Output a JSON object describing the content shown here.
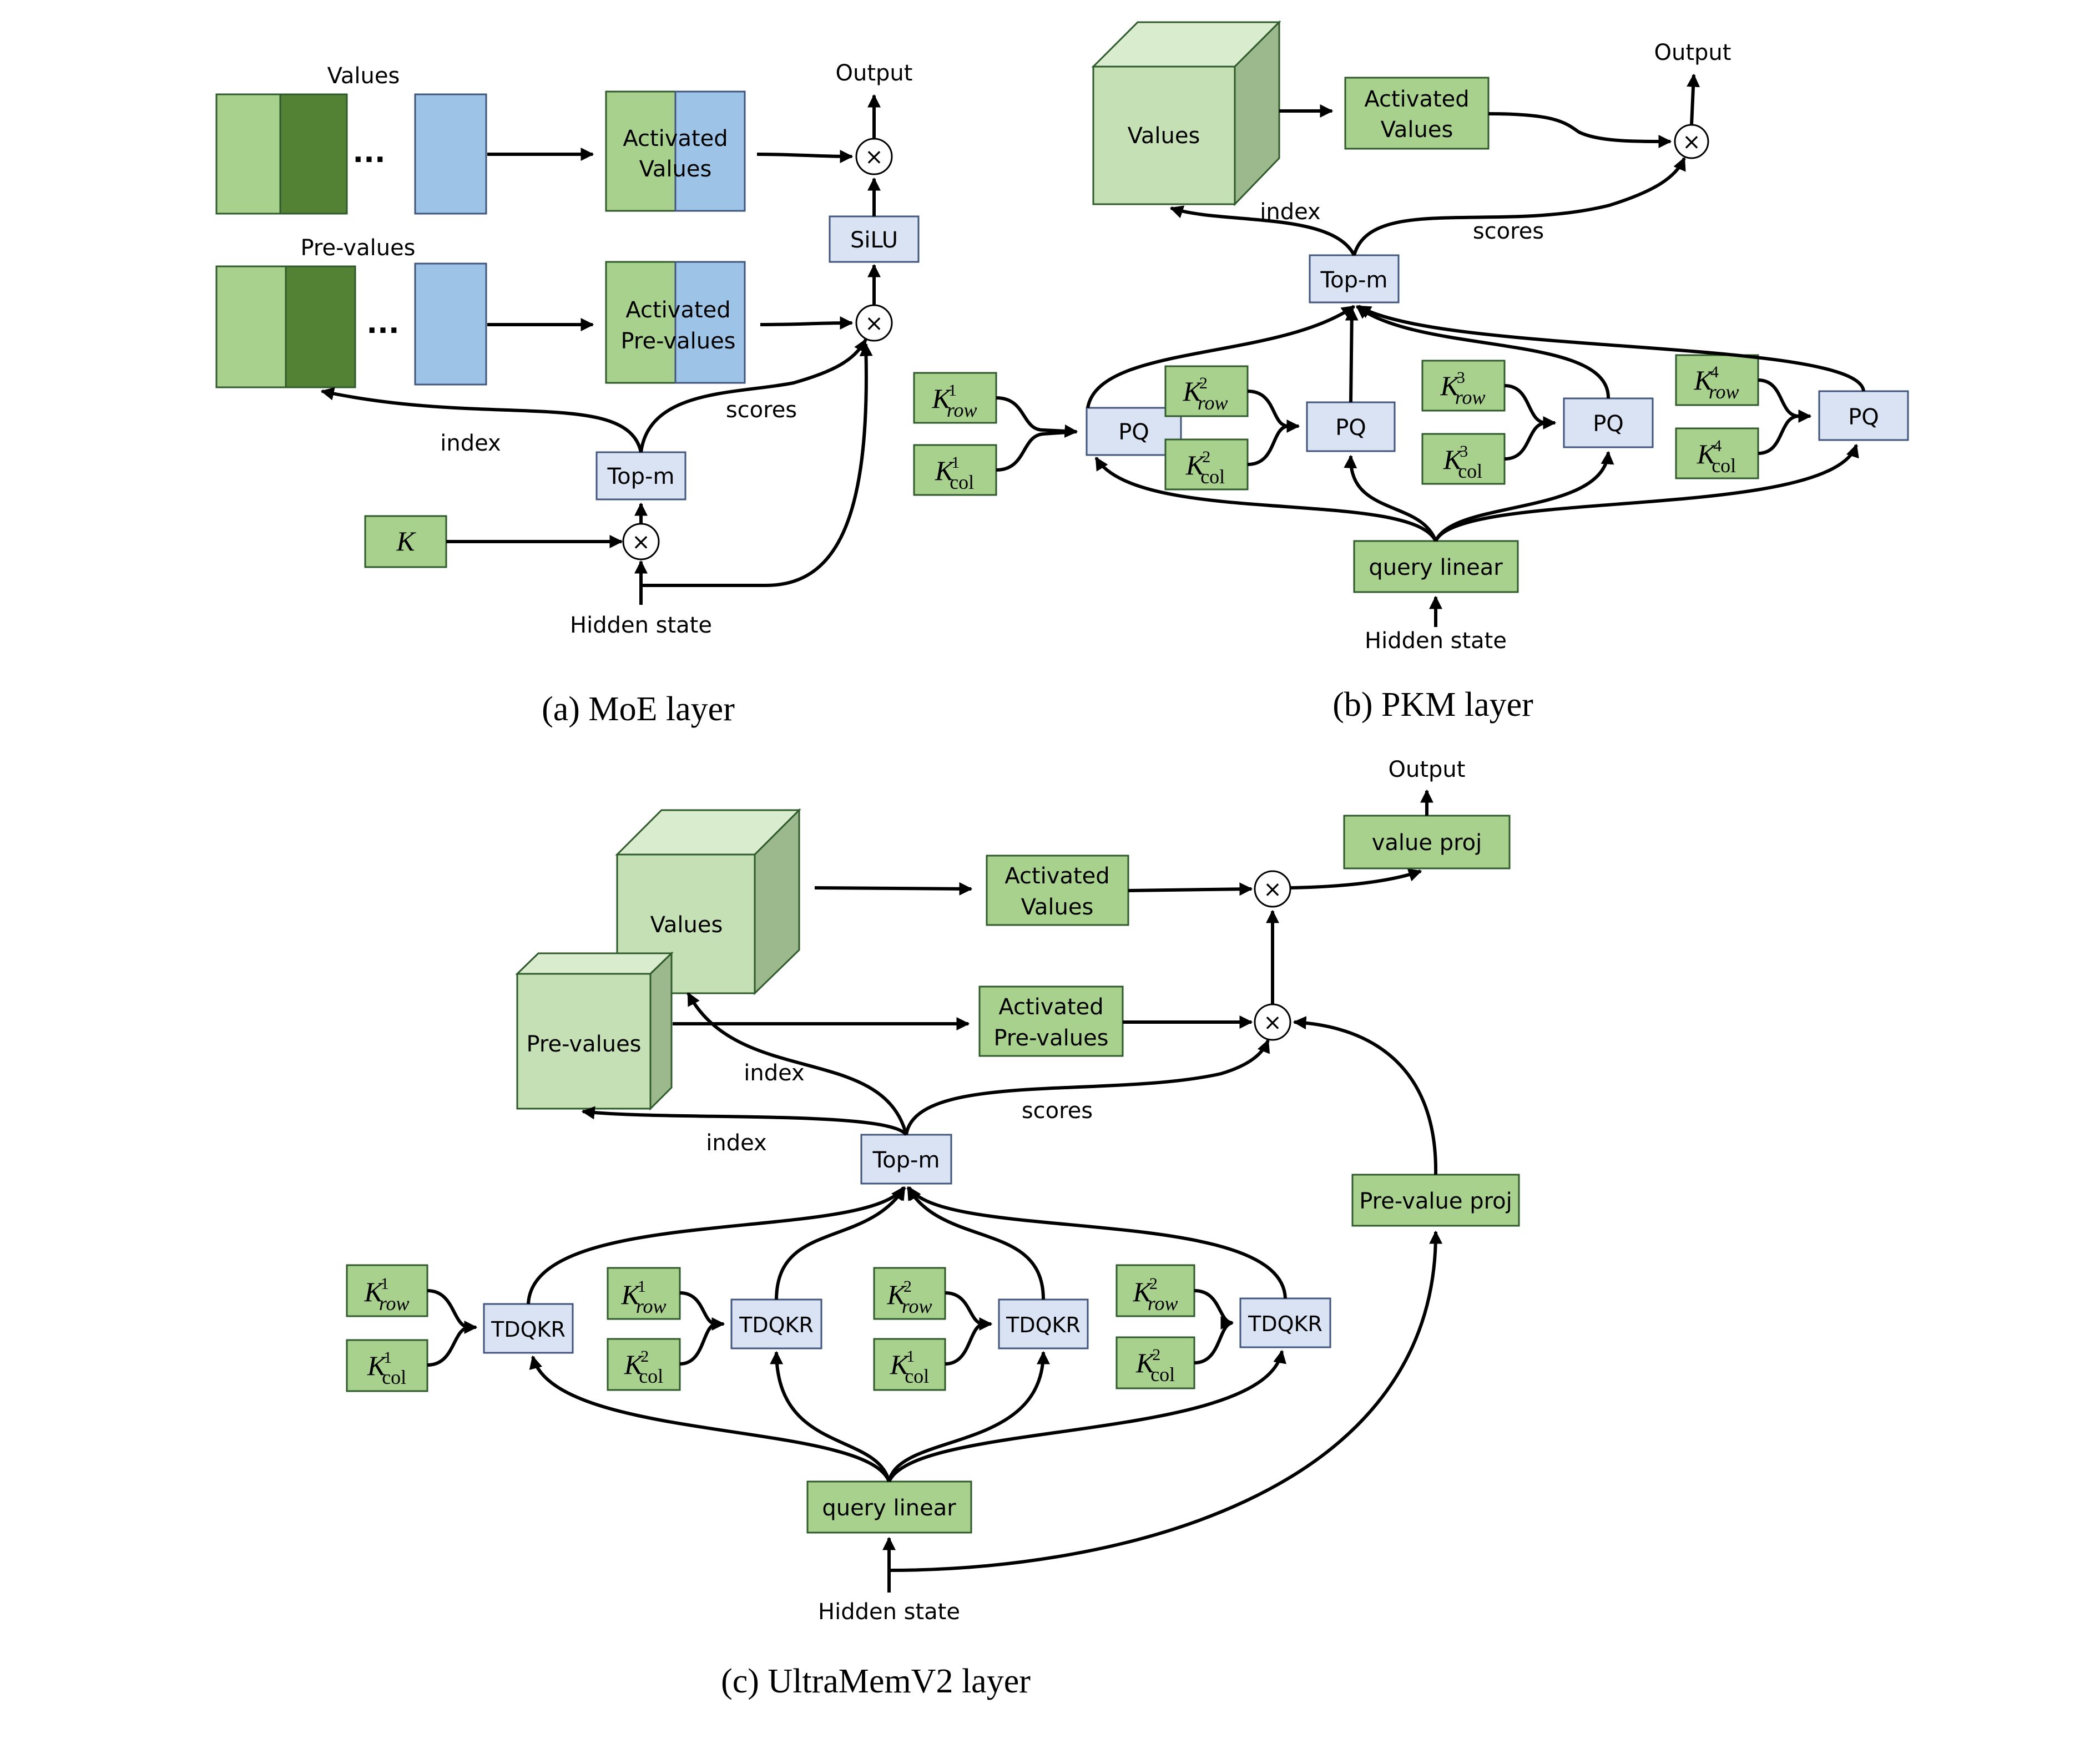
{
  "colors": {
    "green": "#a9d18e",
    "dark_green": "#548235",
    "blue": "#9dc3e6",
    "light_blue_box": "#dae3f3",
    "cube_front": "#c5e0b4",
    "cube_top": "#d9ecce",
    "cube_side": "#9cb98d"
  },
  "panel_a": {
    "caption": "(a) MoE layer",
    "values_label": "Values",
    "prevalues_label": "Pre-values",
    "ellipsis": "...",
    "activated_values": [
      "Activated",
      "Values"
    ],
    "activated_prevalues": [
      "Activated",
      "Pre-values"
    ],
    "output": "Output",
    "silu": "SiLU",
    "topm": "Top-m",
    "index": "index",
    "scores": "scores",
    "k": "K",
    "hidden_state": "Hidden state",
    "times": "×"
  },
  "panel_b": {
    "caption": "(b) PKM layer",
    "values": "Values",
    "activated_values": [
      "Activated",
      "Values"
    ],
    "output": "Output",
    "index": "index",
    "scores": "scores",
    "topm": "Top-m",
    "pq": "PQ",
    "keys": [
      {
        "row_sup": "1",
        "col_sup": "1"
      },
      {
        "row_sup": "2",
        "col_sup": "2"
      },
      {
        "row_sup": "3",
        "col_sup": "3"
      },
      {
        "row_sup": "4",
        "col_sup": "4"
      }
    ],
    "k": "K",
    "row": "row",
    "col": "col",
    "query_linear": "query linear",
    "hidden_state": "Hidden state",
    "times": "×"
  },
  "panel_c": {
    "caption": "(c) UltraMemV2 layer",
    "values": "Values",
    "prevalues": "Pre-values",
    "activated_values": [
      "Activated",
      "Values"
    ],
    "activated_prevalues": [
      "Activated",
      "Pre-values"
    ],
    "output": "Output",
    "value_proj": "value proj",
    "prevalue_proj": "Pre-value proj",
    "index_top": "index",
    "index_bottom": "index",
    "scores": "scores",
    "topm": "Top-m",
    "tdqkr": "TDQKR",
    "keys": [
      {
        "row_sup": "1",
        "col_sup": "1"
      },
      {
        "row_sup": "1",
        "col_sup": "2"
      },
      {
        "row_sup": "2",
        "col_sup": "1"
      },
      {
        "row_sup": "2",
        "col_sup": "2"
      }
    ],
    "k": "K",
    "row": "row",
    "col": "col",
    "query_linear": "query linear",
    "hidden_state": "Hidden state",
    "times": "×"
  }
}
